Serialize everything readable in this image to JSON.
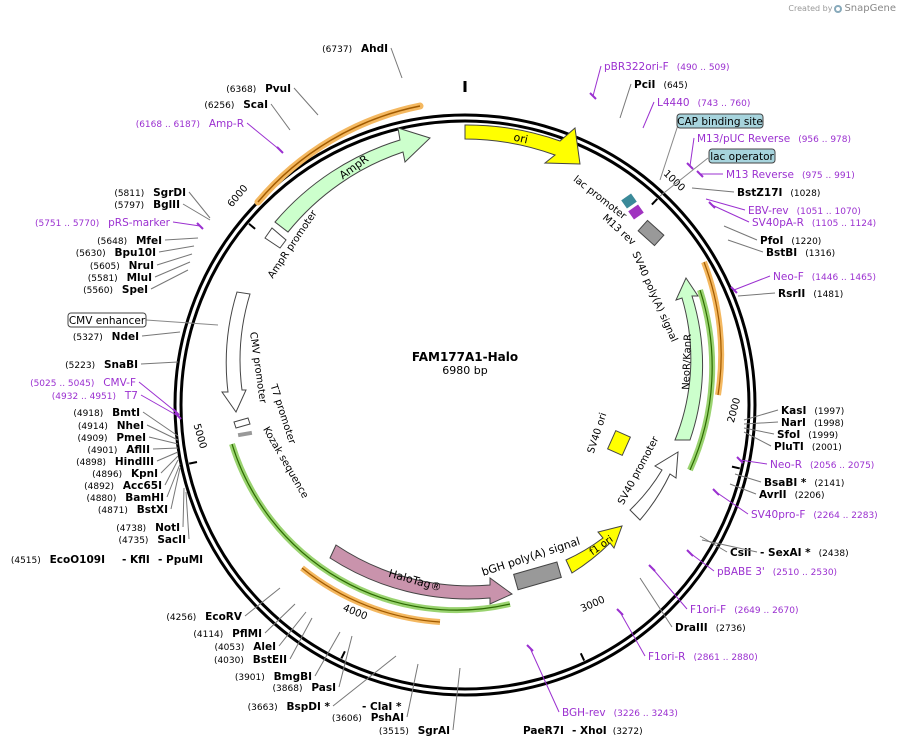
{
  "credit": {
    "prefix": "Created by",
    "brand": "SnapGene"
  },
  "plasmid": {
    "name": "FAM177A1-Halo",
    "length": "6980 bp"
  },
  "ticks": [
    "1000",
    "2000",
    "3000",
    "4000",
    "5000",
    "6000"
  ],
  "features": [
    {
      "label": "ori",
      "color": "#ffff00"
    },
    {
      "label": "AmpR",
      "color": "#ccffcc"
    },
    {
      "label": "AmpR promoter",
      "color": "#ffffff"
    },
    {
      "label": "lac promoter",
      "color": "#ffffff"
    },
    {
      "label": "M13 rev",
      "color": "#ffffff"
    },
    {
      "label": "SV40 poly(A) signal",
      "color": "#999999"
    },
    {
      "label": "NeoR/KanR",
      "color": "#ccffcc"
    },
    {
      "label": "SV40 ori",
      "color": "#ffff00"
    },
    {
      "label": "SV40 promoter",
      "color": "#ffffff"
    },
    {
      "label": "f1 ori",
      "color": "#ffff00"
    },
    {
      "label": "bGH poly(A) signal",
      "color": "#999999"
    },
    {
      "label": "HaloTag®",
      "color": "#c993ac"
    },
    {
      "label": "CMV promoter",
      "color": "#ffffff"
    },
    {
      "label": "T7 promoter",
      "color": "#ffffff"
    },
    {
      "label": "Kozak sequence",
      "color": "#999999"
    }
  ],
  "right_labels": [
    {
      "name": "pBR322ori-F",
      "pos": "(490 .. 509)",
      "kind": "primer"
    },
    {
      "name": "PciI",
      "pos": "(645)",
      "kind": "enzyme"
    },
    {
      "name": "L4440",
      "pos": "(743 .. 760)",
      "kind": "primer"
    },
    {
      "name": "CAP binding site",
      "pos": "",
      "kind": "boxed"
    },
    {
      "name": "M13/pUC Reverse",
      "pos": "(956 .. 978)",
      "kind": "primer"
    },
    {
      "name": "lac operator",
      "pos": "",
      "kind": "boxed"
    },
    {
      "name": "M13 Reverse",
      "pos": "(975 .. 991)",
      "kind": "primer"
    },
    {
      "name": "BstZ17I",
      "pos": "(1028)",
      "kind": "enzyme"
    },
    {
      "name": "EBV-rev",
      "pos": "(1051 .. 1070)",
      "kind": "primer"
    },
    {
      "name": "SV40pA-R",
      "pos": "(1105 .. 1124)",
      "kind": "primer"
    },
    {
      "name": "PfoI",
      "pos": "(1220)",
      "kind": "enzyme"
    },
    {
      "name": "BstBI",
      "pos": "(1316)",
      "kind": "enzyme"
    },
    {
      "name": "Neo-F",
      "pos": "(1446 .. 1465)",
      "kind": "primer"
    },
    {
      "name": "RsrII",
      "pos": "(1481)",
      "kind": "enzyme"
    },
    {
      "name": "KasI",
      "pos": "(1997)",
      "kind": "enzyme"
    },
    {
      "name": "NarI",
      "pos": "(1998)",
      "kind": "enzyme"
    },
    {
      "name": "SfoI",
      "pos": "(1999)",
      "kind": "enzyme"
    },
    {
      "name": "PluTI",
      "pos": "(2001)",
      "kind": "enzyme"
    },
    {
      "name": "Neo-R",
      "pos": "(2056 .. 2075)",
      "kind": "primer"
    },
    {
      "name": "BsaBI *",
      "pos": "(2141)",
      "kind": "enzyme"
    },
    {
      "name": "AvrII",
      "pos": "(2206)",
      "kind": "enzyme"
    },
    {
      "name": "SV40pro-F",
      "pos": "(2264 .. 2283)",
      "kind": "primer"
    },
    {
      "name": "CsiI",
      "pos": "",
      "kind": "enzyme"
    },
    {
      "name": "- SexAI *",
      "pos": "(2438)",
      "kind": "enzyme"
    },
    {
      "name": "pBABE 3'",
      "pos": "(2510 .. 2530)",
      "kind": "primer"
    },
    {
      "name": "F1ori-F",
      "pos": "(2649 .. 2670)",
      "kind": "primer"
    },
    {
      "name": "DraIII",
      "pos": "(2736)",
      "kind": "enzyme"
    },
    {
      "name": "F1ori-R",
      "pos": "(2861 .. 2880)",
      "kind": "primer"
    },
    {
      "name": "BGH-rev",
      "pos": "(3226 .. 3243)",
      "kind": "primer"
    }
  ],
  "left_labels": [
    {
      "name": "AhdI",
      "pos": "(6737)",
      "kind": "enzyme"
    },
    {
      "name": "PvuI",
      "pos": "(6368)",
      "kind": "enzyme"
    },
    {
      "name": "ScaI",
      "pos": "(6256)",
      "kind": "enzyme"
    },
    {
      "name": "Amp-R",
      "pos": "(6168 .. 6187)",
      "kind": "primer"
    },
    {
      "name": "SgrDI",
      "pos": "(5811)",
      "kind": "enzyme"
    },
    {
      "name": "BglII",
      "pos": "(5797)",
      "kind": "enzyme"
    },
    {
      "name": "pRS-marker",
      "pos": "(5751 .. 5770)",
      "kind": "primer"
    },
    {
      "name": "MfeI",
      "pos": "(5648)",
      "kind": "enzyme"
    },
    {
      "name": "Bpu10I",
      "pos": "(5630)",
      "kind": "enzyme"
    },
    {
      "name": "NruI",
      "pos": "(5605)",
      "kind": "enzyme"
    },
    {
      "name": "MluI",
      "pos": "(5581)",
      "kind": "enzyme"
    },
    {
      "name": "SpeI",
      "pos": "(5560)",
      "kind": "enzyme"
    },
    {
      "name": "CMV enhancer",
      "pos": "",
      "kind": "boxed"
    },
    {
      "name": "NdeI",
      "pos": "(5327)",
      "kind": "enzyme"
    },
    {
      "name": "SnaBI",
      "pos": "(5223)",
      "kind": "enzyme"
    },
    {
      "name": "CMV-F",
      "pos": "(5025 .. 5045)",
      "kind": "primer"
    },
    {
      "name": "T7",
      "pos": "(4932 .. 4951)",
      "kind": "primer"
    },
    {
      "name": "BmtI",
      "pos": "(4918)",
      "kind": "enzyme"
    },
    {
      "name": "NheI",
      "pos": "(4914)",
      "kind": "enzyme"
    },
    {
      "name": "PmeI",
      "pos": "(4909)",
      "kind": "enzyme"
    },
    {
      "name": "AflII",
      "pos": "(4901)",
      "kind": "enzyme"
    },
    {
      "name": "HindIII",
      "pos": "(4898)",
      "kind": "enzyme"
    },
    {
      "name": "KpnI",
      "pos": "(4896)",
      "kind": "enzyme"
    },
    {
      "name": "Acc65I",
      "pos": "(4892)",
      "kind": "enzyme"
    },
    {
      "name": "BamHI",
      "pos": "(4880)",
      "kind": "enzyme"
    },
    {
      "name": "BstXI",
      "pos": "(4871)",
      "kind": "enzyme"
    },
    {
      "name": "NotI",
      "pos": "(4738)",
      "kind": "enzyme"
    },
    {
      "name": "SacII",
      "pos": "(4735)",
      "kind": "enzyme"
    },
    {
      "name": "EcoRV",
      "pos": "(4256)",
      "kind": "enzyme"
    },
    {
      "name": "PflMI",
      "pos": "(4114)",
      "kind": "enzyme"
    },
    {
      "name": "AleI",
      "pos": "(4053)",
      "kind": "enzyme"
    },
    {
      "name": "BstEII",
      "pos": "(4030)",
      "kind": "enzyme"
    },
    {
      "name": "BmgBI",
      "pos": "(3901)",
      "kind": "enzyme"
    },
    {
      "name": "PasI",
      "pos": "(3868)",
      "kind": "enzyme"
    },
    {
      "name": "BspDI *",
      "pos": "(3663)",
      "kind": "enzyme"
    },
    {
      "name": "- ClaI *",
      "pos": "",
      "kind": "enzyme"
    },
    {
      "name": "PshAI",
      "pos": "(3606)",
      "kind": "enzyme"
    },
    {
      "name": "SgrAI",
      "pos": "(3515)",
      "kind": "enzyme"
    },
    {
      "name": "EcoO109I",
      "pos": "(4515)",
      "kind": "enzyme"
    },
    {
      "name": "- KflI",
      "pos": "",
      "kind": "enzyme"
    },
    {
      "name": "- PpuMI",
      "pos": "",
      "kind": "enzyme"
    },
    {
      "name": "PaeR7I",
      "pos": "",
      "kind": "enzyme"
    },
    {
      "name": "- XhoI",
      "pos": "(3272)",
      "kind": "enzyme"
    }
  ],
  "colors": {
    "primer": "#9b30d0",
    "enzyme": "#000000",
    "backbone": "#000000",
    "boxed_fill": "#a7d4dd"
  }
}
